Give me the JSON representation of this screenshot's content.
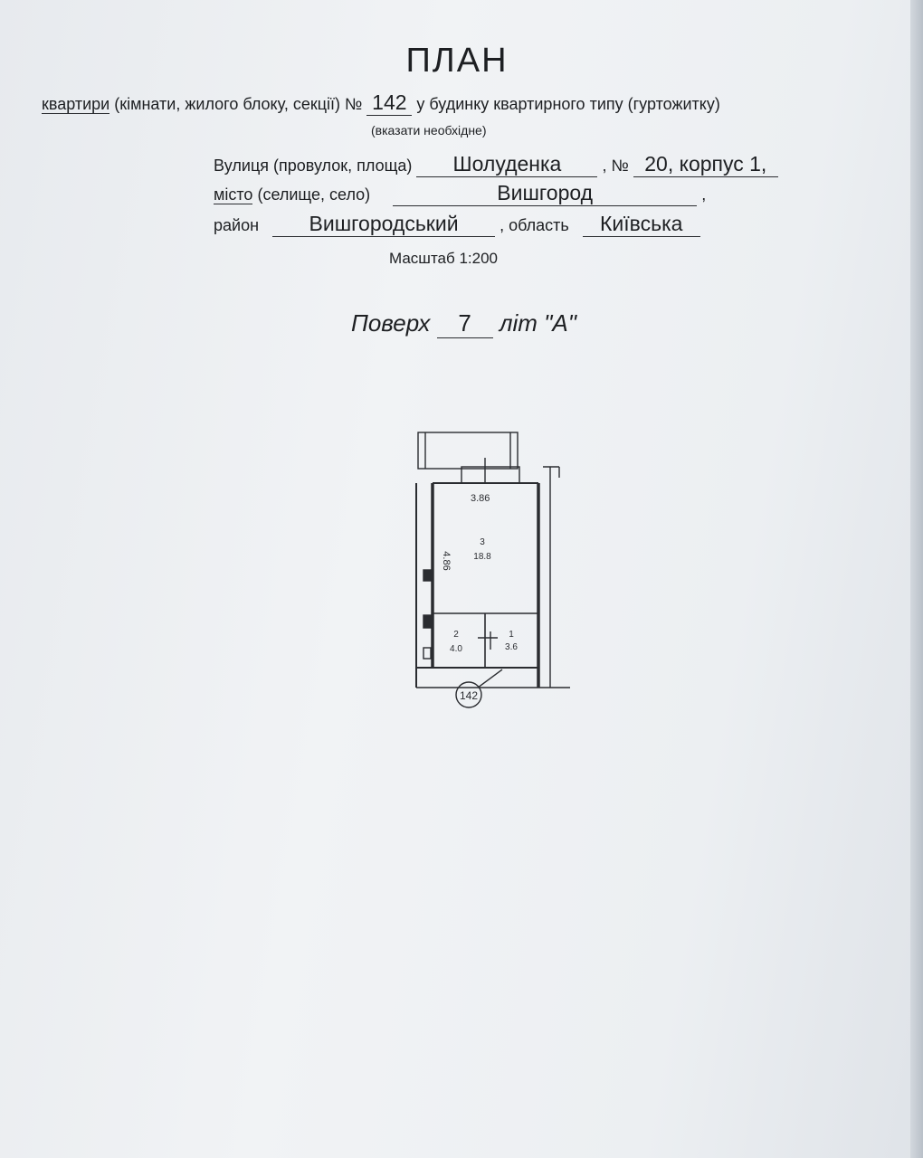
{
  "header": {
    "title": "ПЛАН",
    "apartment_word": "квартири",
    "apartment_rest": "(кімнати, жилого блоку, секції) №",
    "apartment_number": "142",
    "building_type": "у будинку квартирного типу (гуртожитку)",
    "note": "(вказати необхідне)"
  },
  "address": {
    "street_label": "Вулиця (провулок, площа)",
    "street_value": "Шолуденка",
    "number_label": ", №",
    "number_value": "20, корпус 1,",
    "city_word": "місто",
    "city_rest": "(селище, село)",
    "city_value": "Вишгород",
    "city_comma": ",",
    "district_label": "район",
    "district_value": "Вишгородський",
    "region_label": ", область",
    "region_value": "Київська"
  },
  "scale": "Масштаб  1:200",
  "floor": {
    "label": "Поверх",
    "value": "7",
    "lit_label": "літ \"А\""
  },
  "plan": {
    "dimension_width": "3.86",
    "dimension_length": "4.86",
    "rooms": [
      {
        "number": "3",
        "area": "18.8"
      },
      {
        "number": "2",
        "area": "4.0"
      },
      {
        "number": "1",
        "area": "3.6"
      }
    ],
    "apartment_tag": "142"
  }
}
